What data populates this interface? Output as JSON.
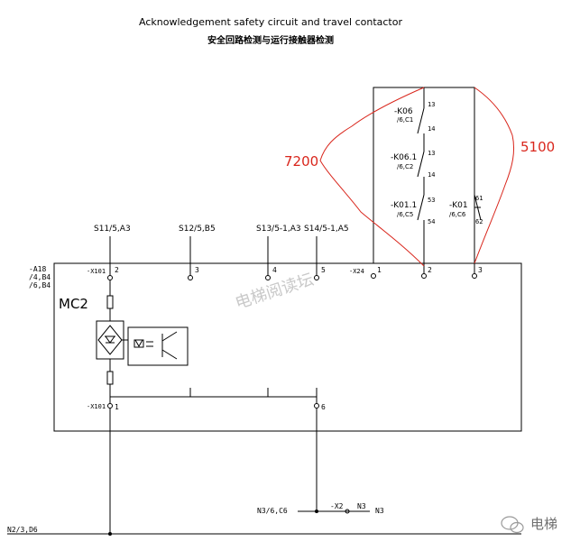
{
  "title": "Acknowledgement safety circuit and travel contactor",
  "subtitle": "安全回路检测与运行接触器检测",
  "module": {
    "name": "MC2",
    "ref": [
      "-A18",
      "/4,B4",
      "/6,B4"
    ]
  },
  "top_labels": [
    "S11/5,A3",
    "S12/5,B5",
    "S13/5-1,A3",
    "S14/5-1,A5"
  ],
  "x101": {
    "label": "-X101",
    "pins_top": [
      "2",
      "3",
      "4",
      "5"
    ],
    "pins_bottom": [
      "1",
      "6"
    ]
  },
  "x24": {
    "label": "-X24",
    "pins": [
      "1",
      "2",
      "3"
    ]
  },
  "contacts": [
    {
      "name": "-K06",
      "ref": "/6,C1",
      "pin_a": "13",
      "pin_b": "14"
    },
    {
      "name": "-K06.1",
      "ref": "/6,C2",
      "pin_a": "13",
      "pin_b": "14"
    },
    {
      "name": "-K01.1",
      "ref": "/6,C5",
      "pin_a": "53",
      "pin_b": "54"
    },
    {
      "name": "-K01",
      "ref": "/6,C6",
      "pin_a": "61",
      "pin_b": "62"
    }
  ],
  "annotations": {
    "left": "7200",
    "right": "5100",
    "color": "#d9261c"
  },
  "bottom": {
    "n2_label": "N2/3,D6",
    "n3_label": "N3/6,C6",
    "x2": "-X2",
    "n3": "N3",
    "n3_end": "N3"
  },
  "watermark": {
    "center": "电梯阅读坛",
    "corner": "电梯"
  }
}
